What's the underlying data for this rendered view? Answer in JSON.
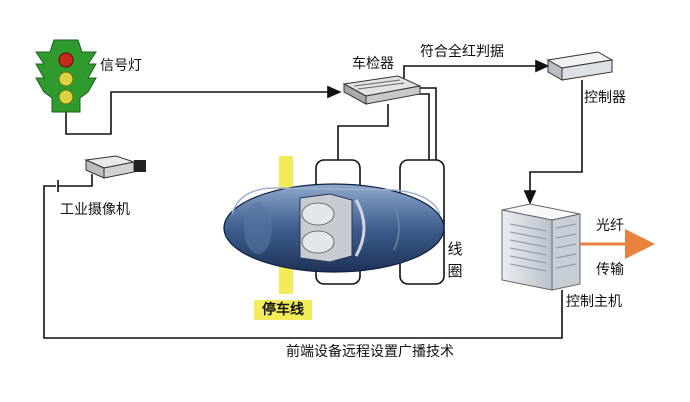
{
  "labels": {
    "traffic_light": "信号灯",
    "vehicle_detector": "车检器",
    "red_light_decision": "符合全红判据",
    "controller": "控制器",
    "industrial_camera": "工业摄像机",
    "loop": "线圈",
    "stop_line": "停车线",
    "fiber": "光纤",
    "transmission": "传输",
    "control_host": "控制主机",
    "caption": "前端设备远程设置广播技术"
  },
  "colors": {
    "line": "#111111",
    "arrow_orange": "#e8823c",
    "light_green": "#2f9b2f",
    "light_red": "#c92a1a",
    "light_amber": "#d7d440",
    "stop_line": "#f3ec5a",
    "car_body": "#3f5f8f"
  }
}
